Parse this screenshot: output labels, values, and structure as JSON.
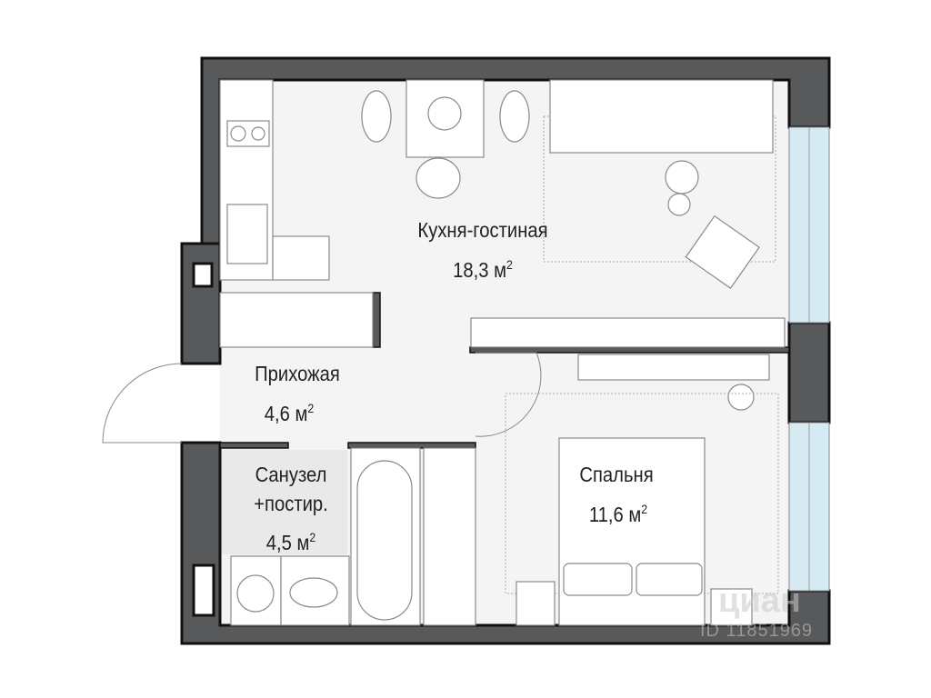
{
  "plan": {
    "rooms": [
      {
        "name": "Кухня-гостиная",
        "area": "18,3 м",
        "unit_sup": "2"
      },
      {
        "name": "Прихожая",
        "area": "4,6 м",
        "unit_sup": "2"
      },
      {
        "name": "Санузел",
        "name2": "+постир.",
        "area": "4,5 м",
        "unit_sup": "2"
      },
      {
        "name": "Спальня",
        "area": "11,6 м",
        "unit_sup": "2"
      }
    ],
    "colors": {
      "wall": "#58595b",
      "window": "#d6eaf4",
      "floor": "#f4f4f4",
      "bath_tile": "#ececec",
      "line": "#9a9a9a"
    }
  },
  "watermark": {
    "logo": "циан",
    "id": "ID 11851969"
  }
}
